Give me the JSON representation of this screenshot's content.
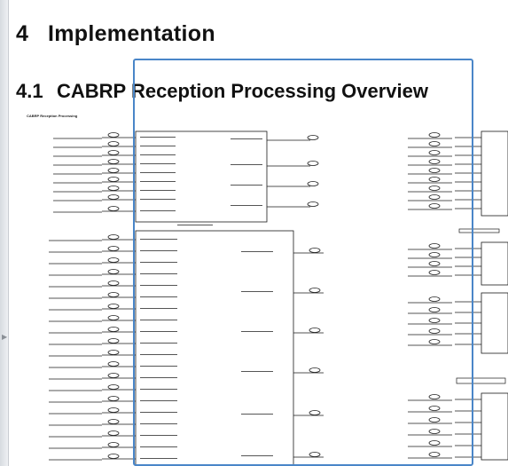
{
  "document": {
    "section": {
      "number": "4",
      "title": "Implementation"
    },
    "subsection": {
      "number": "4.1",
      "title": "CABRP Reception Processing Overview"
    },
    "diagram_caption": "CABRP Reception Processing"
  },
  "colors": {
    "selection_border": "#4a86c8",
    "diagram_line": "#1a1a1a",
    "rail": "#d7dbe0"
  },
  "icons": {
    "rail_arrow": "right-triangle-icon"
  }
}
